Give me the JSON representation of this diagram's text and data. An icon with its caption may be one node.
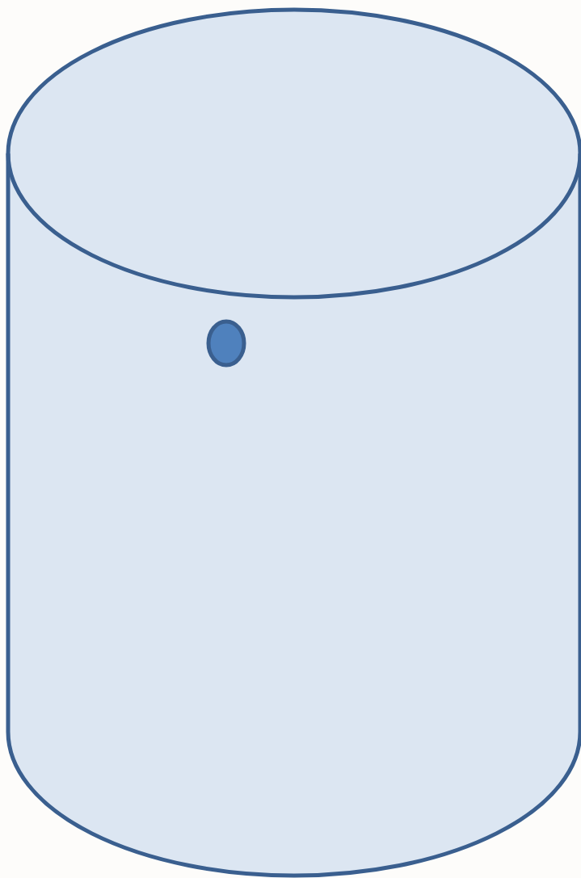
{
  "diagram": {
    "nodes": [
      {
        "text": [],
        "shape": "cylinder"
      },
      {
        "text": [],
        "shape": "ellipse",
        "in": 0
      }
    ]
  }
}
